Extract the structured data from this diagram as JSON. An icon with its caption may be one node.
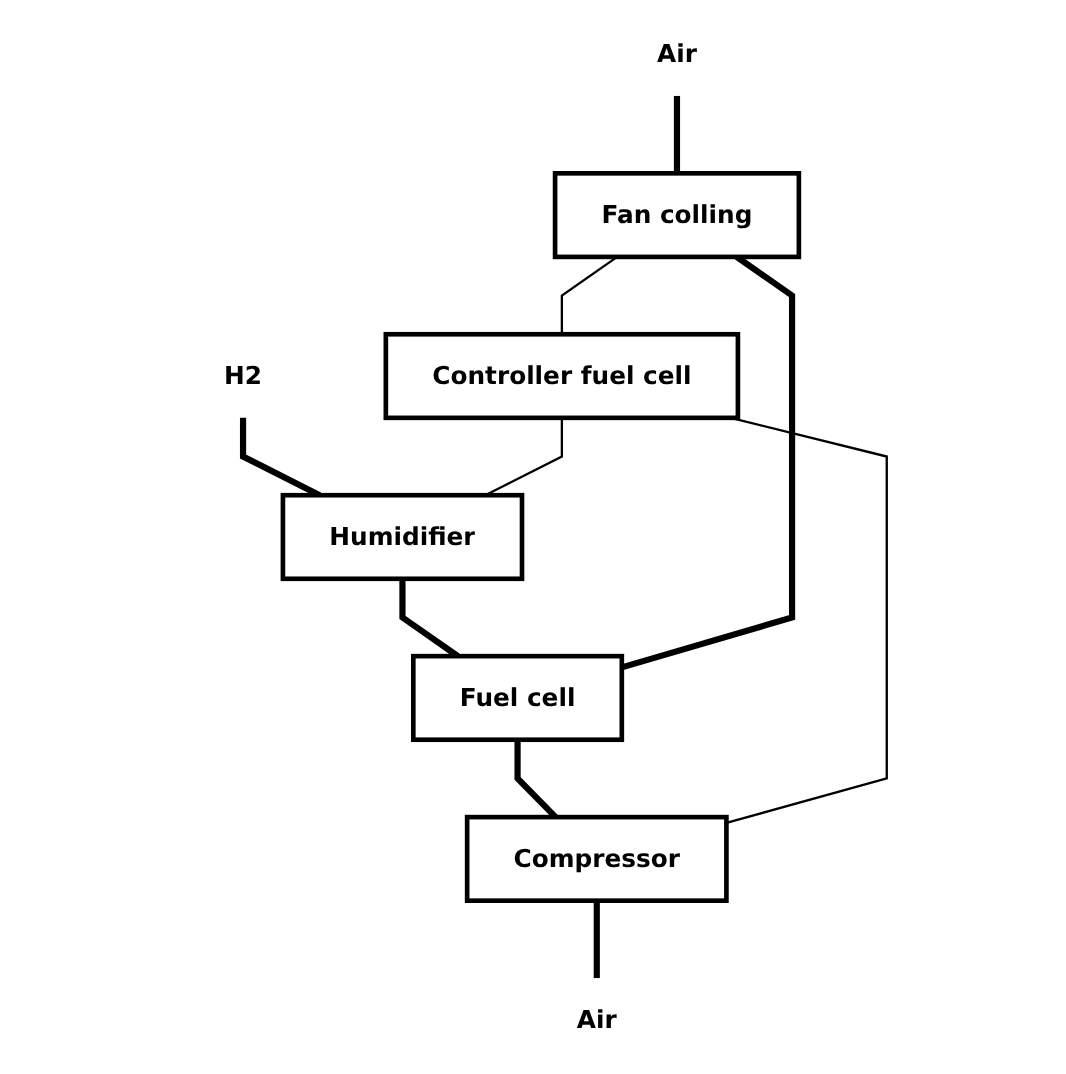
{
  "diagram": {
    "nodes": [
      {
        "text": [
          "H2"
        ]
      },
      {
        "text": [
          "Humidifier"
        ]
      },
      {
        "text": [
          "Air"
        ]
      },
      {
        "text": [
          "Fan colling"
        ]
      },
      {
        "text": [
          "Fuel cell"
        ]
      },
      {
        "text": [
          "Controller fuel cell"
        ]
      },
      {
        "text": [
          "Compressor"
        ]
      },
      {
        "text": [
          "Air"
        ]
      }
    ],
    "edges": [
      {
        "from": 0,
        "to": 1,
        "arrow": "none"
      },
      {
        "from": 1,
        "to": 4,
        "arrow": "none"
      },
      {
        "from": 2,
        "to": 3,
        "arrow": "none"
      },
      {
        "from": 3,
        "to": 4,
        "arrow": "none"
      },
      {
        "from": 4,
        "to": 6,
        "arrow": "none"
      },
      {
        "from": 6,
        "to": 7,
        "arrow": "none"
      },
      {
        "from": 3,
        "to": 5,
        "arrow": "none"
      },
      {
        "from": 5,
        "to": 1,
        "arrow": "none"
      },
      {
        "from": 5,
        "to": 6,
        "arrow": "none"
      }
    ]
  }
}
